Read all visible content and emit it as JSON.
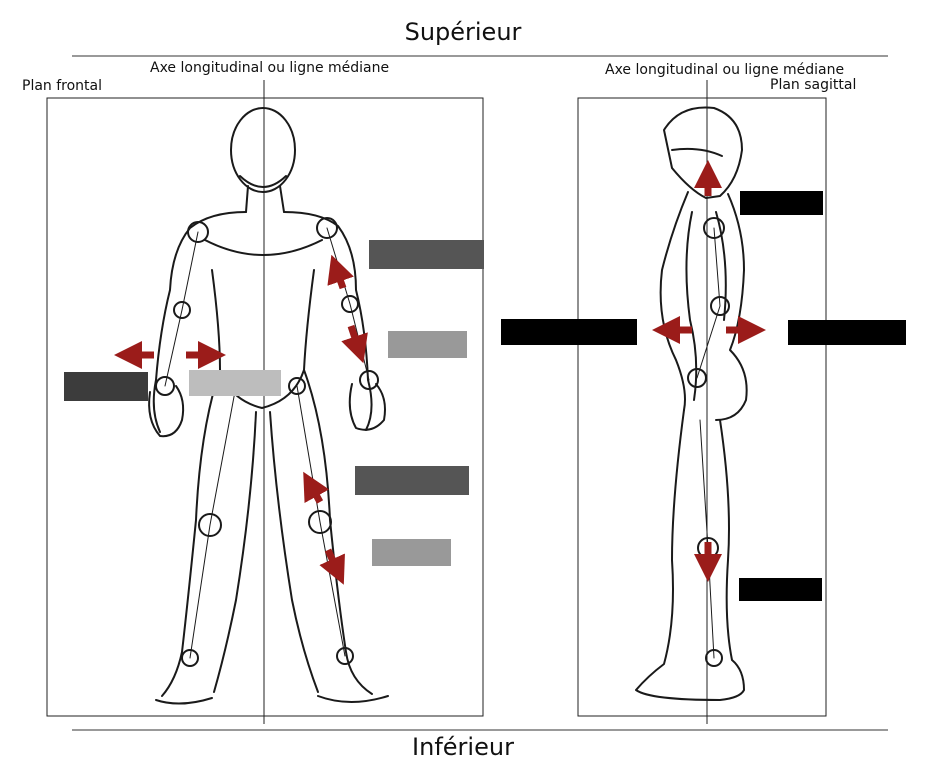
{
  "labels": {
    "top": "Supérieur",
    "bottom": "Inférieur",
    "axis_left": "Axe longitudinal ou ligne médiane",
    "axis_right": "Axe longitudinal ou ligne médiane",
    "plane_frontal": "Plan frontal",
    "plane_sagittal": "Plan sagittal"
  },
  "colors": {
    "arrow": "#9b1c1a",
    "line": "#222222",
    "sketch": "#1a1a1a"
  },
  "redaction_boxes": [
    {
      "id": "box-shoulder-right",
      "color": "#555555"
    },
    {
      "id": "box-elbow-right",
      "color": "#999999"
    },
    {
      "id": "box-hip-left",
      "color": "#3c3c3c"
    },
    {
      "id": "box-hip-center",
      "color": "#bdbdbd"
    },
    {
      "id": "box-knee-upper",
      "color": "#555555"
    },
    {
      "id": "box-knee-lower",
      "color": "#999999"
    },
    {
      "id": "box-neck-side",
      "color": "#000000"
    },
    {
      "id": "box-front-side",
      "color": "#000000"
    },
    {
      "id": "box-back-side",
      "color": "#000000"
    },
    {
      "id": "box-foot-side",
      "color": "#000000"
    }
  ]
}
